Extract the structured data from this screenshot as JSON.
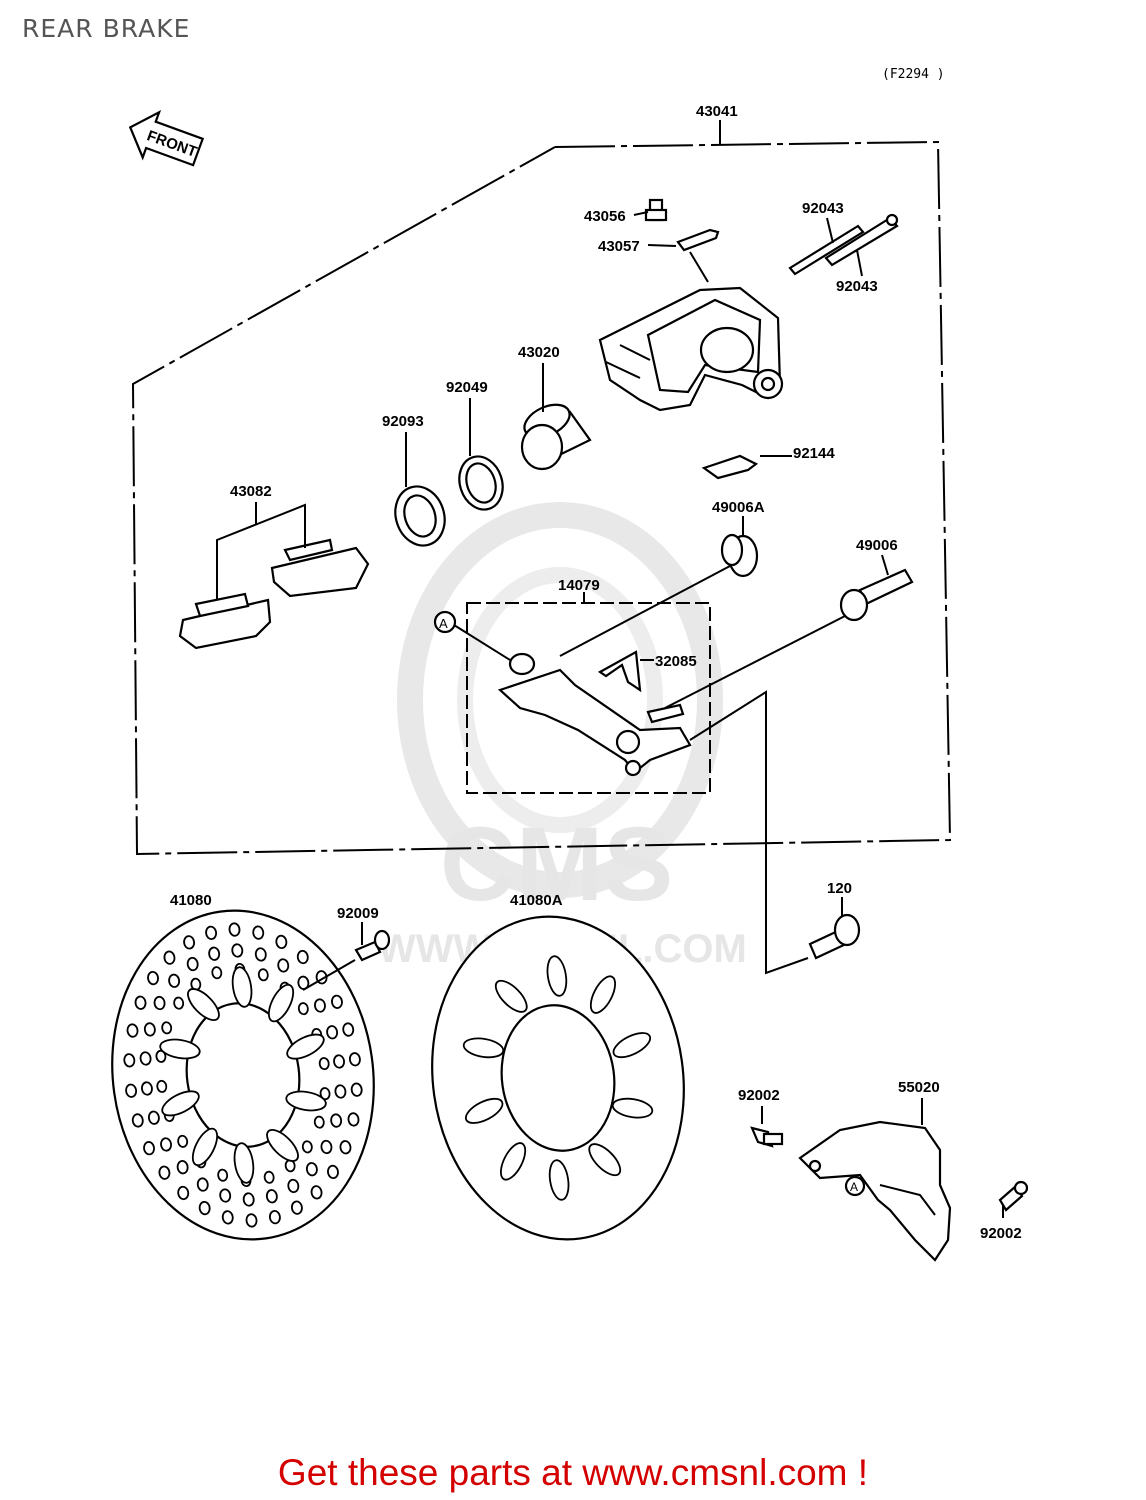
{
  "title": "REAR BRAKE",
  "figure_code": "(F2294 )",
  "front_marker": "FRONT",
  "ref_marker": "A",
  "watermark": {
    "brand": "CMS",
    "url": "WWW.CMSNL.COM"
  },
  "footer": "Get these parts at www.cmsnl.com !",
  "footer_color": "#d40000",
  "parts": [
    {
      "number": "43041"
    },
    {
      "number": "43056"
    },
    {
      "number": "43057"
    },
    {
      "number": "92043"
    },
    {
      "number": "92043"
    },
    {
      "number": "43020"
    },
    {
      "number": "92049"
    },
    {
      "number": "92093"
    },
    {
      "number": "92144"
    },
    {
      "number": "43082"
    },
    {
      "number": "49006A"
    },
    {
      "number": "49006"
    },
    {
      "number": "14079"
    },
    {
      "number": "32085"
    },
    {
      "number": "120"
    },
    {
      "number": "41080"
    },
    {
      "number": "92009"
    },
    {
      "number": "41080A"
    },
    {
      "number": "92002"
    },
    {
      "number": "55020"
    },
    {
      "number": "92002"
    }
  ]
}
